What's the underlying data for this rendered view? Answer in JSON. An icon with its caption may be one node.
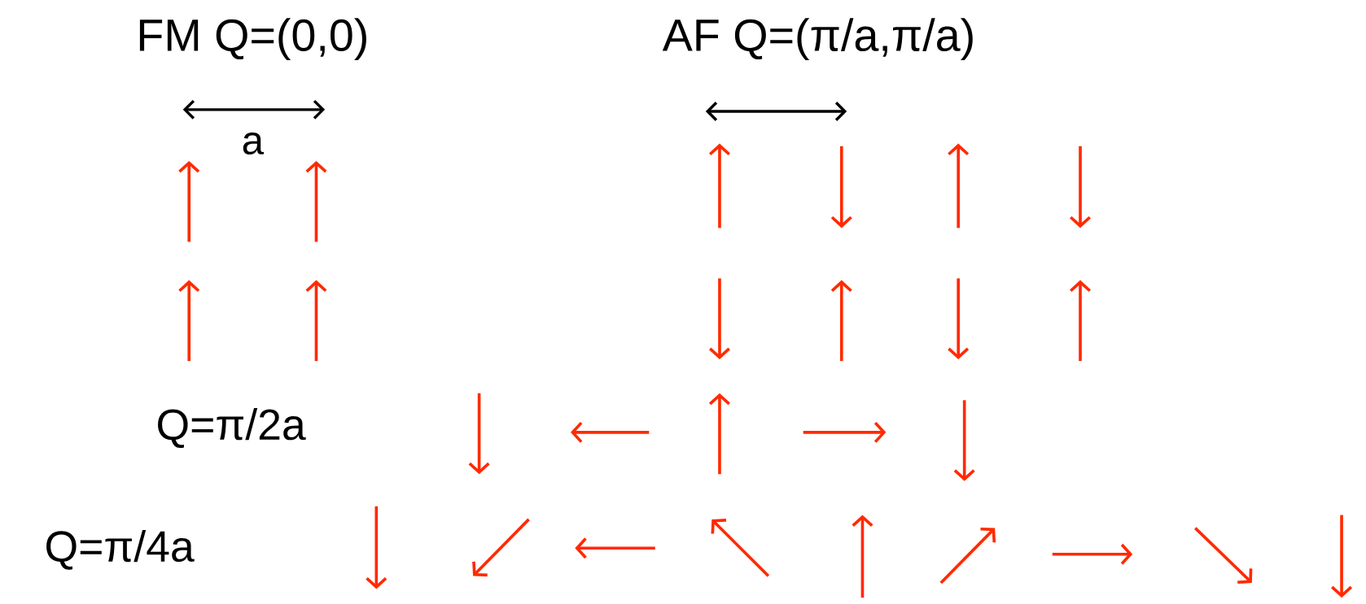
{
  "diagram": {
    "labels": [
      "FM Q=(0,0)",
      "AF Q=(π/a,π/a)",
      "a",
      "Q=π/2a",
      "Q=π/4a"
    ]
  }
}
